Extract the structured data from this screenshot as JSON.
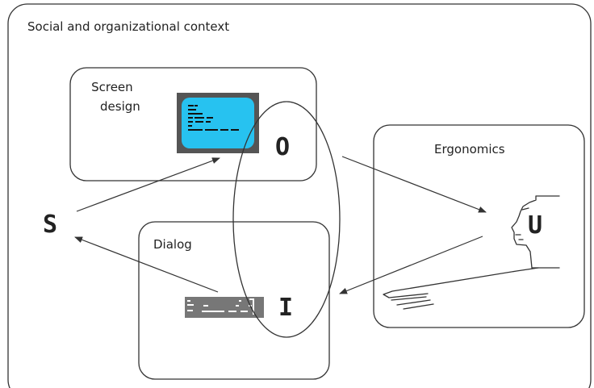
{
  "context": {
    "title": "Social and organizational context"
  },
  "boxes": {
    "screen_design": {
      "line1": "Screen",
      "line2": "design"
    },
    "dialog": {
      "label": "Dialog"
    },
    "ergonomics": {
      "label": "Ergonomics"
    }
  },
  "letters": {
    "s": "S",
    "o": "O",
    "i": "I",
    "u": "U"
  },
  "colors": {
    "screen_bezel": "#555555",
    "screen_display": "#27c2f0",
    "dialog_bar": "#777777",
    "stroke": "#333333"
  }
}
